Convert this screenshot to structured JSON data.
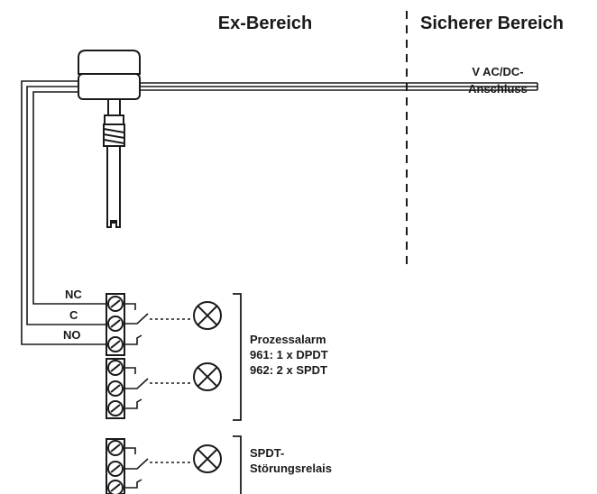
{
  "zones": {
    "ex_area": "Ex-Bereich",
    "safe_area": "Sicherer Bereich"
  },
  "power": {
    "line1": "V AC/DC-",
    "line2": "Anschluss"
  },
  "terminals": {
    "nc": "NC",
    "c": "C",
    "no": "NO"
  },
  "process_alarm": {
    "line1": "Prozessalarm",
    "line2": "961: 1 x DPDT",
    "line3": "962: 2 x SPDT"
  },
  "fault_relay": {
    "line1": "SPDT-",
    "line2": "Störungsrelais"
  }
}
